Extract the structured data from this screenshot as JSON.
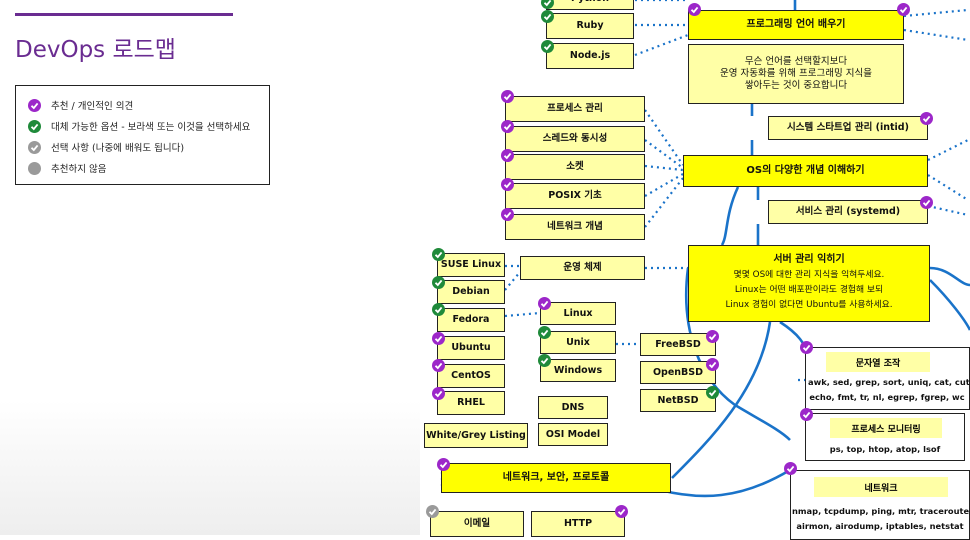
{
  "header": {
    "title": "DevOps 로드맵"
  },
  "legend": [
    {
      "label": "추천 / 개인적인 의견",
      "color": "#9c27c9"
    },
    {
      "label": "대체 가능한 옵션 - 보라색 또는 이것을 선택하세요",
      "color": "#1f8a3a"
    },
    {
      "label": "선택 사항 (나중에 배워도 됩니다)",
      "color": "#9a9a9a"
    },
    {
      "label": "추천하지 않음",
      "color": "#9a9a9a"
    }
  ],
  "nodes": {
    "python": "Python",
    "ruby": "Ruby",
    "nodejs": "Node.js",
    "learn_lang": "프로그래밍 언어 배우기",
    "learn_lang_desc": [
      "무슨 언어를 선택할지보다",
      "운영 자동화를 위해 프로그래밍 지식을",
      "쌓아두는 것이 중요합니다"
    ],
    "process_mgmt": "프로세스 관리",
    "threads": "스레드와 동시성",
    "sockets": "소켓",
    "posix": "POSIX 기초",
    "network_concepts": "네트워크 개념",
    "startup": "시스템 스타트업 관리 (intid)",
    "os_concepts": "OS의 다양한 개념 이해하기",
    "service_mgmt": "서비스 관리 (systemd)",
    "server_admin": "서버 관리 익히기",
    "server_admin_desc": [
      "몇몇 OS에 대한 관리 지식을 익혀두세요.",
      "Linux는 어떤 배포판이라도 경험해 보되",
      "Linux 경험이 없다면 Ubuntu를 사용하세요."
    ],
    "suse": "SUSE Linux",
    "debian": "Debian",
    "fedora": "Fedora",
    "ubuntu": "Ubuntu",
    "centos": "CentOS",
    "rhel": "RHEL",
    "os": "운영 체제",
    "linux": "Linux",
    "unix": "Unix",
    "windows": "Windows",
    "freebsd": "FreeBSD",
    "openbsd": "OpenBSD",
    "netbsd": "NetBSD",
    "dns": "DNS",
    "osi": "OSI Model",
    "wgl": "White/Grey Listing",
    "network_security": "네트워크, 보안, 프로토콜",
    "email": "이메일",
    "http": "HTTP"
  },
  "tools": {
    "text": {
      "title": "문자열 조작",
      "lines": [
        "awk, sed, grep, sort, uniq, cat, cut",
        "echo, fmt, tr, nl, egrep, fgrep, wc"
      ]
    },
    "process": {
      "title": "프로세스 모니터링",
      "lines": [
        "ps, top, htop, atop, lsof"
      ]
    },
    "network": {
      "title": "네트워크",
      "lines": [
        "nmap, tcpdump, ping, mtr, traceroute, dig",
        "airmon, airodump, iptables, netstat"
      ]
    }
  }
}
